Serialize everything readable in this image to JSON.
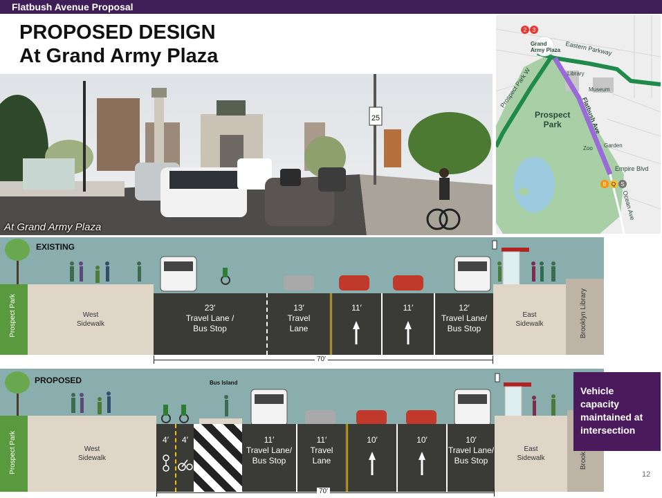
{
  "header": {
    "bar_title": "Flatbush Avenue Proposal"
  },
  "title": {
    "line1": "PROPOSED DESIGN",
    "line2": "At Grand Army Plaza"
  },
  "photo": {
    "caption": "At Grand Army Plaza",
    "sign_number": "25"
  },
  "map": {
    "labels": {
      "grand_army_plaza_1": "Grand",
      "grand_army_plaza_2": "Army Plaza",
      "eastern_parkway": "Eastern Parkway",
      "prospect_park_w": "Prospect Park W",
      "library": "Library",
      "museum": "Museum",
      "prospect_park_1": "Prospect",
      "prospect_park_2": "Park",
      "flatbush_ave": "Flatbush Ave",
      "zoo": "Zoo",
      "garden": "Garden",
      "empire_blvd": "Empire Blvd",
      "ocean_ave": "Ocean Ave"
    },
    "subway_north": [
      "2",
      "3"
    ],
    "subway_south": [
      "B",
      "Q",
      "S"
    ],
    "colors": {
      "parkway": "#1f8a4c",
      "flatbush": "#9a6ad8",
      "park": "#a9cfa7",
      "water": "#9ccbe0"
    }
  },
  "existing": {
    "label": "EXISTING",
    "park": "Prospect Park",
    "west_sidewalk": {
      "line1": "West",
      "line2": "Sidewalk"
    },
    "east_sidewalk": {
      "line1": "East",
      "line2": "Sidewalk"
    },
    "library": "Brooklyn Library",
    "lanes": [
      {
        "width": "23′",
        "line1": "Travel Lane /",
        "line2": "Bus Stop"
      },
      {
        "width": "13′",
        "line1": "Travel",
        "line2": "Lane"
      },
      {
        "width": "11′",
        "line1": "",
        "line2": ""
      },
      {
        "width": "11′",
        "line1": "",
        "line2": ""
      },
      {
        "width": "12′",
        "line1": "Travel Lane/",
        "line2": "Bus Stop"
      }
    ],
    "total_width": "70′"
  },
  "proposed": {
    "label": "PROPOSED",
    "bus_island": "Bus Island",
    "park": "Prospect Park",
    "west_sidewalk": {
      "line1": "West",
      "line2": "Sidewalk"
    },
    "east_sidewalk": {
      "line1": "East",
      "line2": "Sidewalk"
    },
    "library": "Brook",
    "bike_widths": [
      "4′",
      "4′"
    ],
    "lanes": [
      {
        "width": "11′",
        "line1": "Travel Lane/",
        "line2": "Bus Stop"
      },
      {
        "width": "11′",
        "line1": "Travel",
        "line2": "Lane"
      },
      {
        "width": "10′",
        "line1": "",
        "line2": ""
      },
      {
        "width": "10′",
        "line1": "",
        "line2": ""
      },
      {
        "width": "10′",
        "line1": "Travel Lane/",
        "line2": "Bus Stop"
      }
    ],
    "total_width": "70′"
  },
  "callout": {
    "line1": "Vehicle",
    "line2": "capacity",
    "line3": "maintained at",
    "line4": "intersection"
  },
  "page_number": "12"
}
